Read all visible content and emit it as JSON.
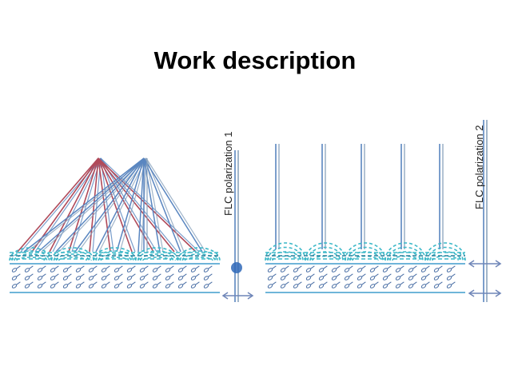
{
  "slide": {
    "title": "Work description"
  },
  "diagram": {
    "left_panel": {
      "polarization_label": "FLC polarization 1"
    },
    "right_panel": {
      "polarization_label": "FLC polarization 2"
    },
    "colors": {
      "red_ray": "#b04a5a",
      "blue_ray": "#5a86c0",
      "gray_ray": "#8aa3bd",
      "lc_dash": "#3cb8c8",
      "lc_dark": "#2a7f9a",
      "substrate_line": "#6fb5d9",
      "molecule": "#4a6fa5",
      "dot": "#2f68b8",
      "arrow": "#6f86b8"
    }
  }
}
